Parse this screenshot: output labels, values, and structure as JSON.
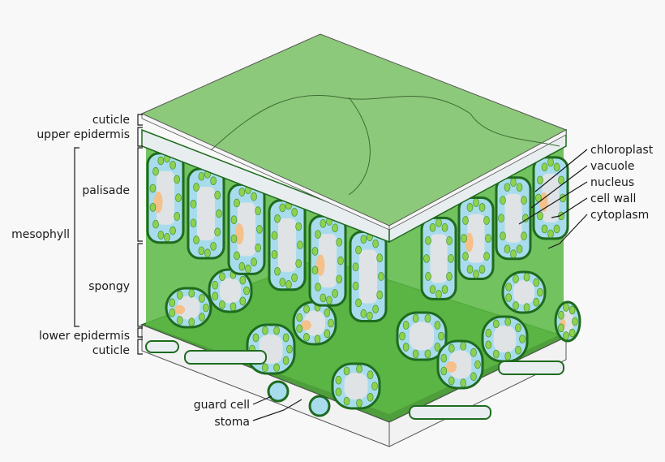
{
  "colors": {
    "background": "#f8f8f8",
    "top_surface": "#8cc97a",
    "tissue_green": "#5cb845",
    "dark_green": "#2f8a2a",
    "cell_wall": "#1e6b1e",
    "cytoplasm": "#a8dced",
    "vacuole": "#dfe3e6",
    "nucleus": "#f5c08a",
    "chloroplast": "#8fd14f",
    "lower_surface": "#4f9e3c"
  },
  "left_labels": {
    "cuticle_top": "cuticle",
    "upper_epidermis": "upper epidermis",
    "palisade": "palisade",
    "mesophyll": "mesophyll",
    "spongy": "spongy",
    "lower_epidermis": "lower epidermis",
    "cuticle_bottom": "cuticle"
  },
  "bottom_labels": {
    "guard_cell": "guard cell",
    "stoma": "stoma"
  },
  "right_labels": {
    "chloroplast": "chloroplast",
    "vacuole": "vacuole",
    "nucleus": "nucleus",
    "cell_wall": "cell wall",
    "cytoplasm": "cytoplasm"
  }
}
